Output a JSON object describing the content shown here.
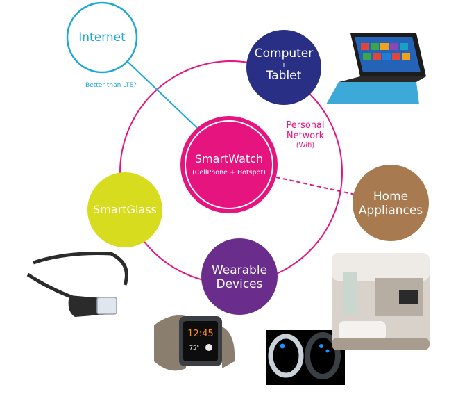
{
  "colors": {
    "ring": "#e5147f",
    "internet": "#1aa7d9",
    "smartwatch": "#e5147f",
    "computer": "#2a2f86",
    "home": "#a77a4f",
    "wearable": "#6a2d8c",
    "smartglass": "#d7dc1e"
  },
  "nodes": {
    "internet": {
      "label": "Internet"
    },
    "computer": {
      "line1": "Computer",
      "plus": "+",
      "line2": "Tablet"
    },
    "smartwatch": {
      "title": "SmartWatch",
      "sub": "(CellPhone + Hotspot)"
    },
    "home": {
      "line1": "Home",
      "line2": "Appliances"
    },
    "wearable": {
      "line1": "Wearable",
      "line2": "Devices"
    },
    "smartglass": {
      "label": "SmartGlass"
    }
  },
  "annotations": {
    "lte": "Better than LTE?",
    "network_line1": "Personal",
    "network_line2": "Network",
    "network_line3": "(Wifi)"
  },
  "images": {
    "tablet": "tablet-photo",
    "glasses": "google-glass-photo",
    "watch": "smartwatch-photo",
    "watch_time": "12:45",
    "watch_temp": "75°",
    "rings": "smart-rings-photo",
    "room": "living-room-photo"
  }
}
